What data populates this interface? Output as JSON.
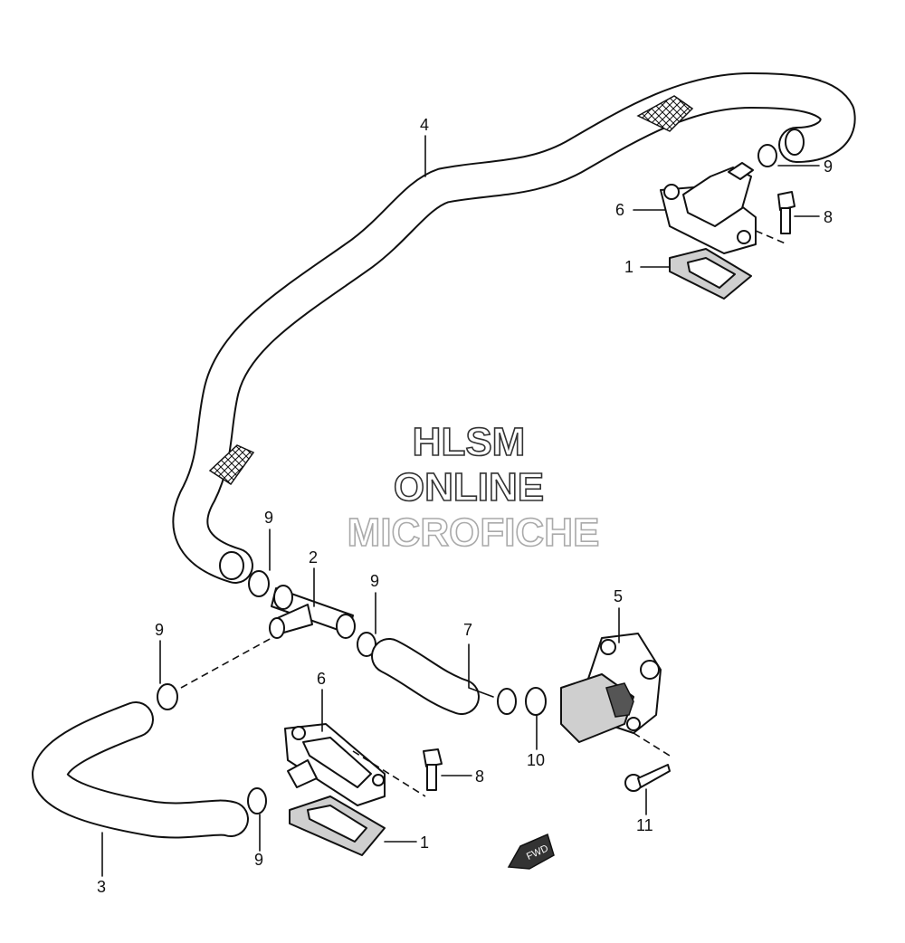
{
  "watermark": {
    "line1": "HLSM",
    "line2": "ONLINE",
    "line3": "MICROFICHE"
  },
  "fwd_label": "FWD",
  "callouts": {
    "c1a": "1",
    "c1b": "1",
    "c2": "2",
    "c3": "3",
    "c4": "4",
    "c5": "5",
    "c6a": "6",
    "c6b": "6",
    "c7": "7",
    "c8a": "8",
    "c8b": "8",
    "c9a": "9",
    "c9b": "9",
    "c9c": "9",
    "c9d": "9",
    "c9e": "9",
    "c10": "10",
    "c11": "11"
  }
}
